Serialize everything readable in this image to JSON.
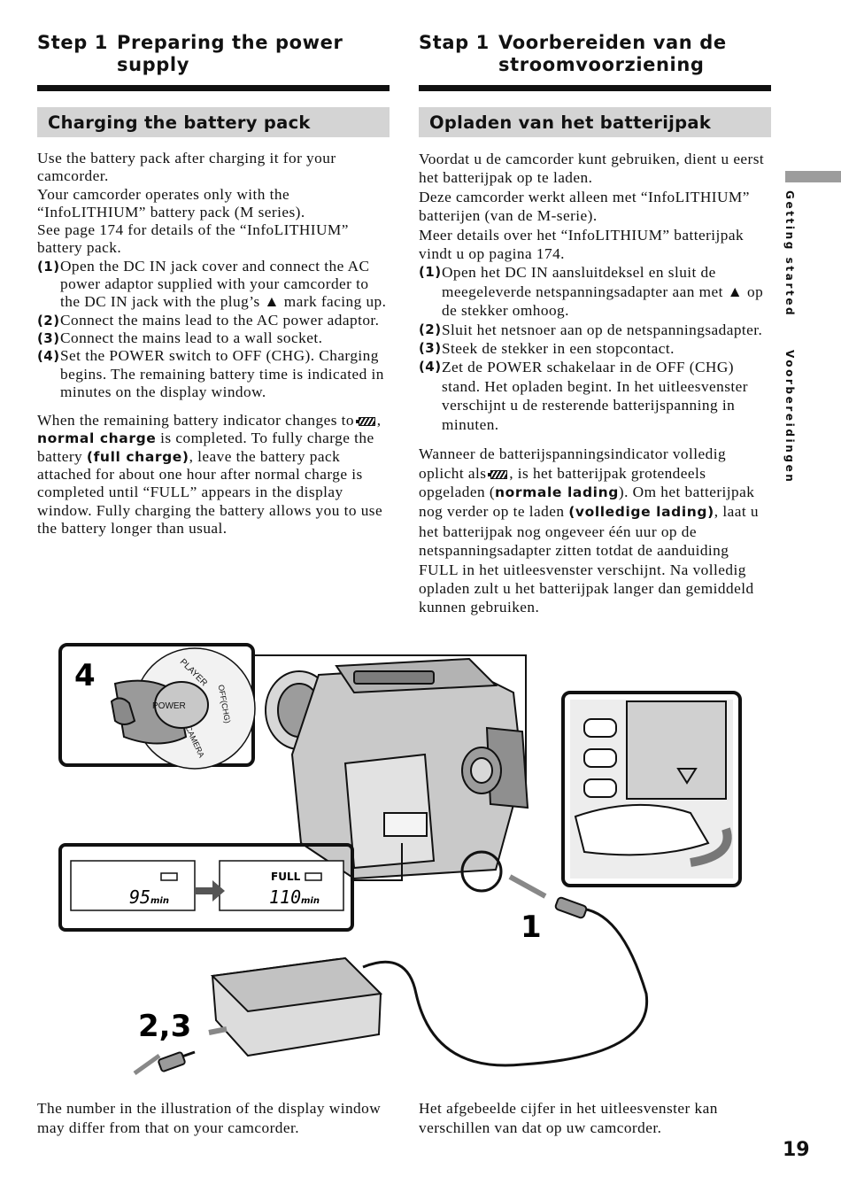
{
  "en": {
    "step_number": "Step 1",
    "step_title": "Preparing the power supply",
    "section_title": "Charging the battery pack",
    "intro": [
      "Use the battery pack after charging it for your camcorder.",
      "Your camcorder operates only with the “InfoLITHIUM” battery pack (M series).",
      "See page 174 for details of the “InfoLITHIUM” battery pack."
    ],
    "steps": [
      {
        "num": "(1)",
        "text": "Open the DC IN jack cover and connect the AC power adaptor supplied with your camcorder to the DC IN jack with the plug’s ▲ mark facing up."
      },
      {
        "num": "(2)",
        "text": "Connect the mains lead to the AC power adaptor."
      },
      {
        "num": "(3)",
        "text": "Connect the mains lead to a wall socket."
      },
      {
        "num": "(4)",
        "text": "Set the POWER switch to OFF (CHG). Charging begins. The remaining battery time is indicated in minutes on the display window."
      }
    ],
    "p2_a": "When the remaining battery indicator changes to",
    "p2_b": ",",
    "p2_c": "normal charge",
    "p2_d": " is completed. To fully charge the battery ",
    "p2_e": "(full charge)",
    "p2_f": ", leave the battery pack attached for about one hour after normal charge is completed until “FULL” appears in the display window. Fully charging the battery allows you to use the battery longer than usual.",
    "caption": "The number in the illustration of the display window may differ from that on your camcorder."
  },
  "nl": {
    "step_number": "Stap 1",
    "step_title": "Voorbereiden van de stroomvoorziening",
    "section_title": "Opladen van het batterijpak",
    "intro": [
      "Voordat u de camcorder kunt gebruiken, dient u eerst het batterijpak op te laden.",
      "Deze camcorder werkt alleen met “InfoLITHIUM” batterijen (van de M-serie).",
      "Meer details over het “InfoLITHIUM” batterijpak vindt u op pagina 174."
    ],
    "steps": [
      {
        "num": "(1)",
        "text": "Open het DC IN aansluitdeksel en sluit de meegeleverde netspanningsadapter aan met ▲ op de stekker omhoog."
      },
      {
        "num": "(2)",
        "text": "Sluit het netsnoer aan op de netspanningsadapter."
      },
      {
        "num": "(3)",
        "text": "Steek de stekker in een stopcontact."
      },
      {
        "num": "(4)",
        "text": "Zet de POWER schakelaar in de OFF (CHG) stand. Het opladen begint. In het uitleesvenster verschijnt u de resterende batterijspanning in minuten."
      }
    ],
    "p2_a": "Wanneer de batterijspanningsindicator volledig oplicht als ",
    "p2_b": ", is het batterijpak grotendeels opgeladen (",
    "p2_c": "normale lading",
    "p2_d": "). Om het batterijpak nog verder op te laden ",
    "p2_e": "(volledige lading)",
    "p2_f": ", laat u het batterijpak nog ongeveer één uur op de netspanningsadapter zitten totdat de aanduiding FULL in het uitleesvenster verschijnt. Na volledig opladen zult u het batterijpak langer dan gemiddeld kunnen gebruiken.",
    "caption": "Het afgebeelde cijfer in het uitleesvenster kan verschillen van dat op uw camcorder."
  },
  "side_tab": {
    "en": "Getting started",
    "nl": "Voorbereidingen"
  },
  "illustration": {
    "label_4": "4",
    "label_1": "1",
    "label_23": "2,3",
    "switch_power": "POWER",
    "switch_player": "PLAYER",
    "switch_off": "OFF(CHG)",
    "switch_camera": "CAMERA",
    "lcd_before": "95",
    "lcd_after": "110",
    "lcd_unit": "min",
    "lcd_full": "FULL"
  },
  "page_number": "19"
}
